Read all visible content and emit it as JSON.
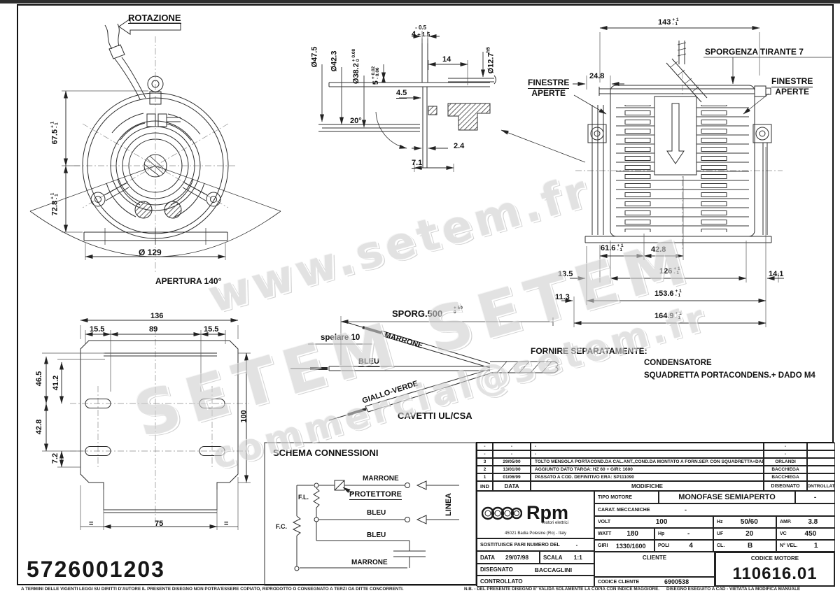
{
  "watermark": {
    "line1": "www.setem.fr",
    "line2": "SETEM  SETEM",
    "line3": "commercial@setem.fr"
  },
  "front_view": {
    "rotation_label": "ROTAZIONE",
    "d675": {
      "v": "67.5",
      "tu": "+ 1",
      "td": "- 1"
    },
    "d728": {
      "v": "72.8",
      "tu": "+ 1",
      "td": "- 1"
    },
    "d129": "Ø 129",
    "apertura": "APERTURA 140°"
  },
  "detail_view": {
    "d475": "Ø47.5",
    "d423": "Ø42.3",
    "d382": {
      "v": "Ø38.2",
      "tu": "+ 0.08",
      "td": "0"
    },
    "d5": {
      "v": "5",
      "tu": "+ 0.02",
      "td": "- 0.06"
    },
    "d4": {
      "v": "4",
      "tu": "+ 1.5",
      "td": "- 0.5"
    },
    "d14": "14",
    "d127": {
      "v": "Ø12.7",
      "suffix": "h5"
    },
    "d45": "4.5",
    "ang": "20°",
    "d24": "2.4",
    "d71": "7.1"
  },
  "side_view": {
    "d143": {
      "v": "143",
      "tu": "+ 1",
      "td": "- 1"
    },
    "sporgenza": "SPORGENZA TIRANTE 7",
    "finestre_l1": "FINESTRE",
    "finestre_l2": "APERTE",
    "finestre_r1": "FINESTRE",
    "finestre_r2": "APERTE",
    "d248": "24.8",
    "d616": {
      "v": "61.6",
      "tu": "+ 1",
      "td": "- 1"
    },
    "d428": "42.8",
    "d135": "13.5",
    "d126": {
      "v": "126",
      "tu": "+ 1",
      "td": "- 1"
    },
    "d141": "14.1",
    "d113": "11.3",
    "d1536": {
      "v": "153.6",
      "tu": "+ 1",
      "td": "- 1"
    },
    "d1649": {
      "v": "164.9",
      "tu": "+ 1",
      "td": "- 1"
    }
  },
  "notes": {
    "fornire": "FORNIRE SEPARATAMENTE:",
    "item1": "CONDENSATORE",
    "item2": "SQUADRETTA PORTACONDENS.+ DADO M4"
  },
  "bottom_view": {
    "d136": "136",
    "d155l": "15.5",
    "d89": "89",
    "d155r": "15.5",
    "d465": "46.5",
    "d412": "41.2",
    "d428": "42.8",
    "d72": "7.2",
    "d100": "100",
    "d75": "75",
    "eq_left": "=",
    "eq_right": "="
  },
  "wires": {
    "sporg": "SPORG.500",
    "sporg_tu": "+ 50",
    "sporg_td": "0",
    "spelare": "spelare 10",
    "w_marrone": "MARRONE",
    "w_bleu": "BLEU",
    "w_gv": "GIALLO-VERDE",
    "cavetti": "CAVETTI UL/CSA"
  },
  "schema": {
    "title": "SCHEMA CONNESSIONI",
    "marrone_top": "MARRONE",
    "protettore": "PROTETTORE",
    "fl": "F.L.",
    "fc": "F.C.",
    "bleu_mid": "BLEU",
    "bleu_low": "BLEU",
    "marrone_low": "MARRONE",
    "linea": "LINEA"
  },
  "part_number": "5726001203",
  "revision_table": {
    "headers": {
      "ind": "IND",
      "data": "DATA",
      "modifiche": "MODIFICHE",
      "disegnato": "DISEGNATO",
      "controllato": "CONTROLLATO"
    },
    "rows": [
      {
        "ind": "-",
        "data": "-",
        "modifiche": "-",
        "disegnato": "-",
        "controllato": ""
      },
      {
        "ind": "-",
        "data": "-",
        "modifiche": "-",
        "disegnato": "-",
        "controllato": ""
      },
      {
        "ind": "3",
        "data": "29/05/00",
        "modifiche": "TOLTO MENSOLA PORTACOND.DA CAL.ANT.,COND.DA MONTATO A FORN.SEP. CON SQUADRETTA+DADO",
        "disegnato": "ORLANDI",
        "controllato": ""
      },
      {
        "ind": "2",
        "data": "13/01/00",
        "modifiche": "AGGIUNTO DATO TARGA: HZ 60 + GIRI: 1600",
        "disegnato": "BACCHIEGA",
        "controllato": ""
      },
      {
        "ind": "1",
        "data": "01/06/99",
        "modifiche": "PASSATO A COD. DEFINITIVO ERA: SP111090",
        "disegnato": "BACCHIEGA",
        "controllato": ""
      }
    ]
  },
  "title_block": {
    "logo_text": "Rpm",
    "logo_sub": "motori elettrici",
    "logo_addr": "45021 Badia Polesine (Ro) - Italy",
    "sostituisce": "SOSTITUISCE PARI NUMERO DEL",
    "sostituisce_val": "-",
    "data_label": "DATA",
    "data_val": "29/07/98",
    "scala_label": "SCALA",
    "scala_val": "1:1",
    "disegnato_label": "DISEGNATO",
    "disegnato_val": "BACCAGLINI",
    "controllato_label": "CONTROLLATO",
    "tipo_label": "TIPO MOTORE",
    "tipo_val": "MONOFASE SEMIAPERTO",
    "tipo_dash": "-",
    "carat_label": "CARAT. MECCANICHE",
    "carat_val": "-",
    "volt_label": "VOLT",
    "volt_val": "100",
    "hz_label": "Hz",
    "hz_val": "50/60",
    "amp_label": "AMP.",
    "amp_val": "3.8",
    "watt_label": "WATT",
    "watt_val": "180",
    "hp_label": "Hp",
    "hp_val": "-",
    "uf_label": "UF",
    "uf_val": "20",
    "vc_label": "VC",
    "vc_val": "450",
    "giri_label": "GIRI",
    "giri_val": "1330/1600",
    "poli_label": "POLI",
    "poli_val": "4",
    "cl_label": "CL.",
    "cl_val": "B",
    "nvel_label": "N° VEL.",
    "nvel_val": "1",
    "cliente_label": "CLIENTE",
    "codice_cliente_label": "CODICE CLIENTE",
    "codice_cliente_val": "6900538",
    "codice_motore_label": "CODICE MOTORE",
    "codice_motore_val": "110616.01"
  },
  "footer": {
    "left": "A TERMINI DELLE VIGENTI LEGGI SU DIRITTI D'AUTORE IL PRESENTE DISEGNO NON POTRA'ESSERE COPIATO, RIPRODOTTO O CONSEGNATO A TERZI O",
    "mid": "A DITTE CONCORRENTI.",
    "nb": "N.B. - DEL PRESENTE DISEGNO E' VALIDA SOLAMENTE LA COPIA CON INDICE MAGGIORE.",
    "right": "DISEGNO ESEGUITO A CAD - VIETATA LA MODIFICA MANUALE"
  }
}
